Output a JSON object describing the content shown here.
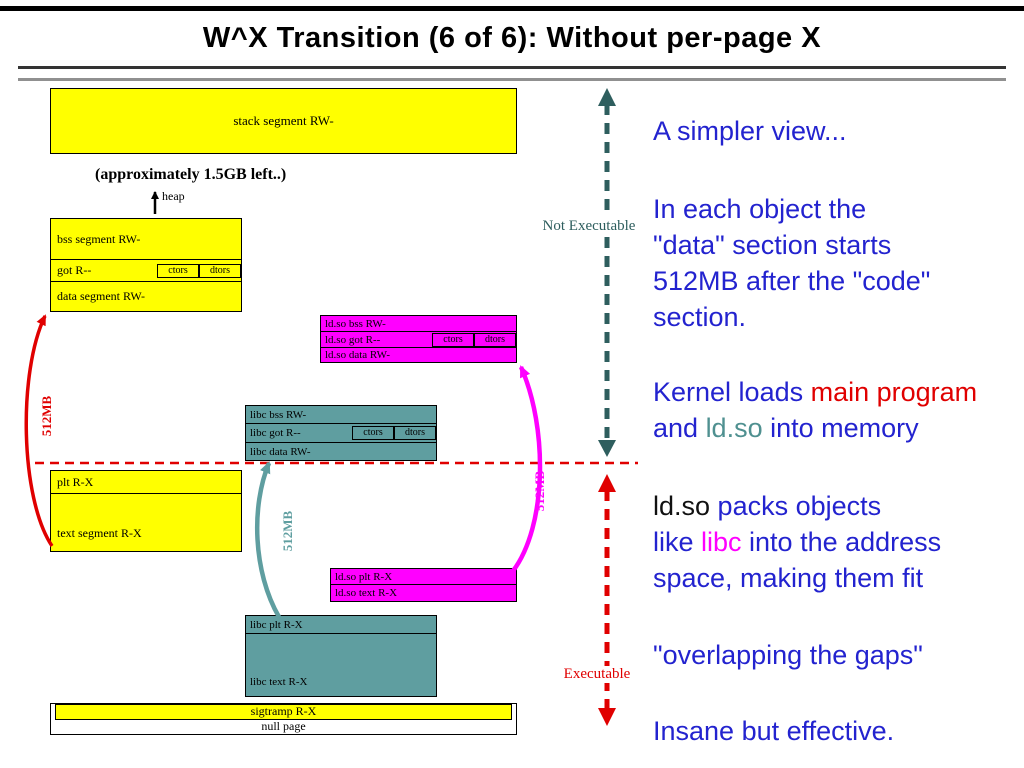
{
  "palette": {
    "yellow": "#ffff00",
    "teal_box": "#5f9ea0",
    "magenta": "#ff00ff",
    "red": "#e00000",
    "blue_text": "#2323cf",
    "dark_teal_arrow": "#2e5e5e",
    "teal_text": "#4f9090",
    "black": "#000000"
  },
  "title": "W^X Transition (6 of 6): Without per-page X",
  "diagram": {
    "stack_label": "stack segment RW-",
    "approx_label": "(approximately 1.5GB left..)",
    "heap_label": "heap",
    "bss_label": "bss segment RW-",
    "got_label": "got R--",
    "ctors_label": "ctors",
    "dtors_label": "dtors",
    "data_label": "data segment RW-",
    "ldso_bss_label": "ld.so bss RW-",
    "ldso_got_label": "ld.so got R--",
    "ldso_data_label": "ld.so data RW-",
    "libc_bss_label": "libc bss RW-",
    "libc_got_label": "libc got R--",
    "libc_data_label": "libc data RW-",
    "plt_label": "plt R-X",
    "text_label": "text segment R-X",
    "ldso_plt_label": "ld.so plt R-X",
    "ldso_text_label": "ld.so text R-X",
    "libc_plt_label": "libc plt R-X",
    "libc_text_label": "libc text R-X",
    "sigtramp_label": "sigtramp R-X",
    "null_page_label": "null page",
    "gap_label": "512MB",
    "not_executable_label": "Not Executable",
    "executable_label": "Executable"
  },
  "notes": {
    "simpler": "A simpler view...",
    "data_section": [
      "In each object the",
      "\"data\" section starts",
      "512MB after the \"code\"",
      "section."
    ],
    "kernel_l1": [
      {
        "t": "Kernel loads ",
        "c": "blue"
      },
      {
        "t": "main program",
        "c": "red"
      }
    ],
    "kernel_l2": [
      {
        "t": "and ",
        "c": "blue"
      },
      {
        "t": "ld.so",
        "c": "teal"
      },
      {
        "t": " into memory",
        "c": "blue"
      }
    ],
    "packs_l1": [
      {
        "t": "ld.so",
        "c": "black"
      },
      {
        "t": " packs objects",
        "c": "blue"
      }
    ],
    "packs_l2": [
      {
        "t": "like ",
        "c": "blue"
      },
      {
        "t": "libc",
        "c": "magenta"
      },
      {
        "t": " into the address",
        "c": "blue"
      }
    ],
    "packs_l3": "space, making them fit",
    "overlapping": "\"overlapping the gaps\"",
    "insane": "Insane but effective."
  }
}
